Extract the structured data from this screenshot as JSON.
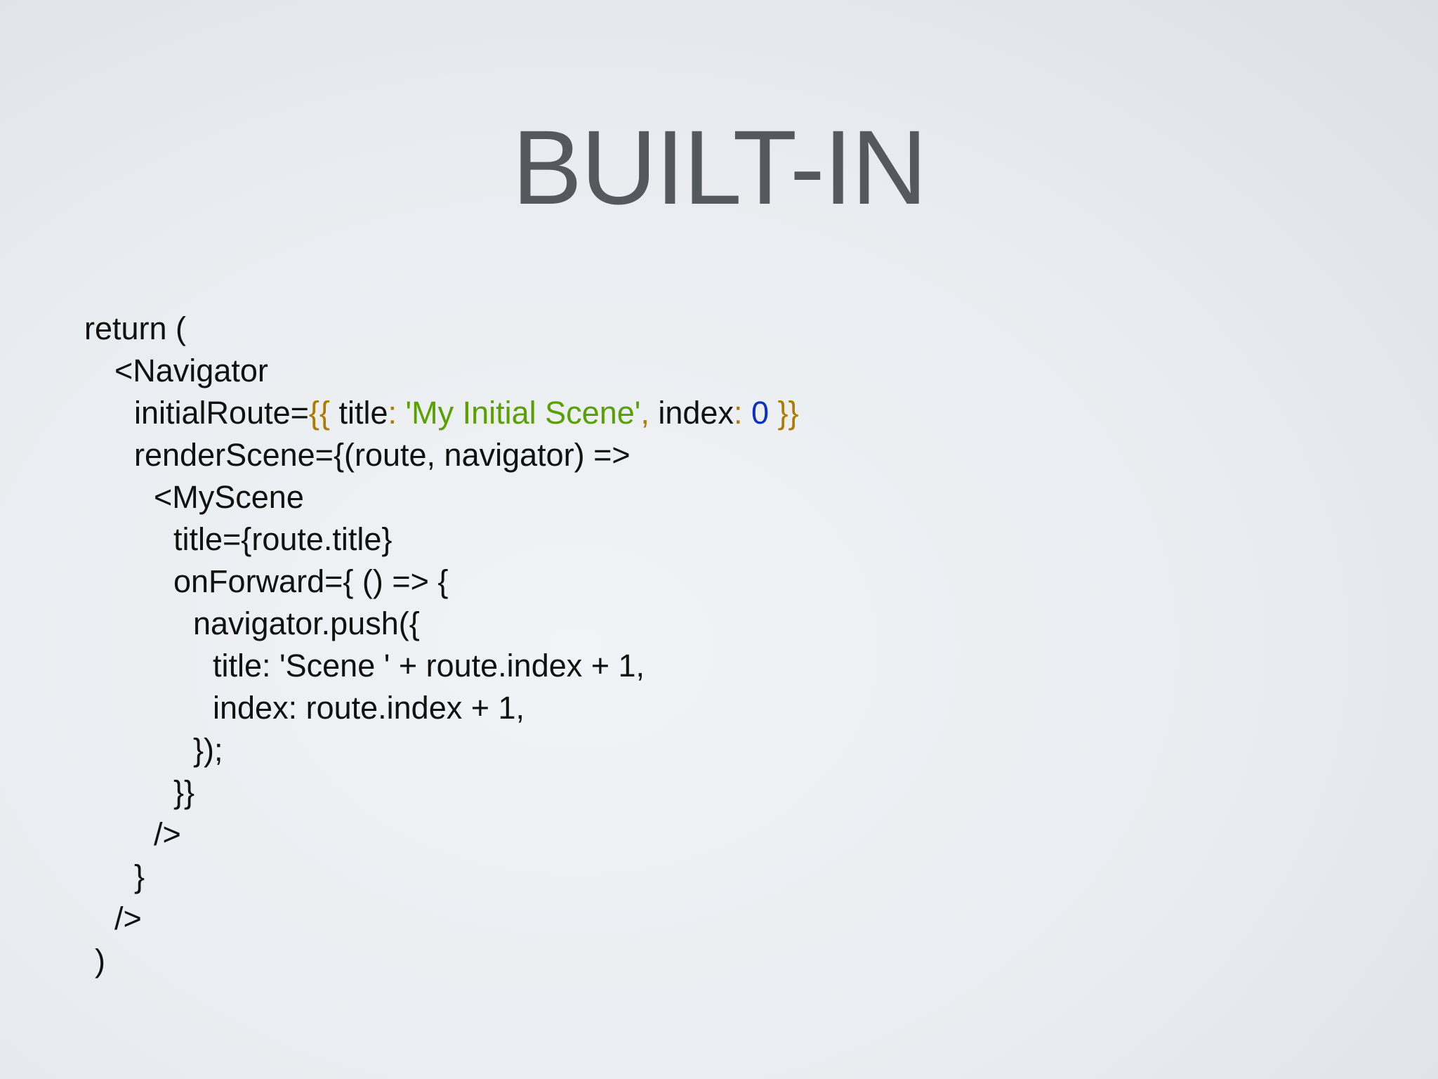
{
  "slide": {
    "title": "BUILT-IN"
  },
  "colors": {
    "text": "#111111",
    "title": "#55585c",
    "punctuation": "#b07a00",
    "string": "#5aa000",
    "number": "#0a2fc4"
  },
  "code": {
    "line1": "return (",
    "line2": "<Navigator",
    "line3": {
      "prop": "initialRoute=",
      "open_braces": "{{",
      "key_title": " title",
      "colon1": ":",
      "title_value": " 'My Initial Scene'",
      "comma": ",",
      "key_index": " index",
      "colon2": ":",
      "index_value": " 0",
      "close_braces": " }}"
    },
    "line4": "renderScene={(route, navigator) =>",
    "line5": "<MyScene",
    "line6": "title={route.title}",
    "line7": "onForward={ () => {",
    "line8": "navigator.push({",
    "line9": "title: 'Scene ' + route.index + 1,",
    "line10": "index: route.index + 1,",
    "line11": "});",
    "line12": "}}",
    "line13": "/>",
    "line14": "}",
    "line15": "/>",
    "line16": ")"
  }
}
